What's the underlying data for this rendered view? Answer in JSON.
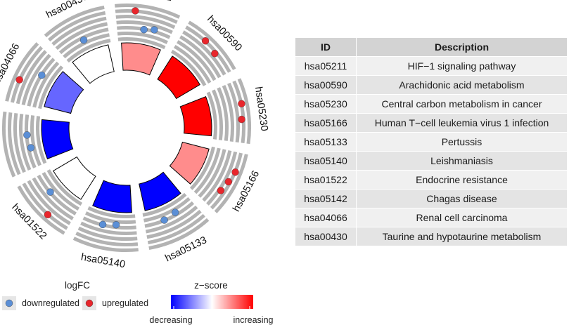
{
  "chart_data": {
    "type": "circular-plot",
    "terms": [
      {
        "id": "hsa05211",
        "zscore": 0.45,
        "logfc": [
          1,
          -1,
          -1
        ]
      },
      {
        "id": "hsa00590",
        "zscore": 1.0,
        "logfc": [
          1,
          1
        ]
      },
      {
        "id": "hsa05230",
        "zscore": 1.0,
        "logfc": [
          1,
          1
        ]
      },
      {
        "id": "hsa05166",
        "zscore": 0.45,
        "logfc": [
          1,
          1,
          1
        ]
      },
      {
        "id": "hsa05133",
        "zscore": -1.0,
        "logfc": [
          -1,
          -1
        ]
      },
      {
        "id": "hsa05140",
        "zscore": -1.0,
        "logfc": [
          -1,
          -1
        ]
      },
      {
        "id": "hsa01522",
        "zscore": 0.0,
        "logfc": [
          1,
          -1
        ]
      },
      {
        "id": "hsa05142",
        "zscore": -1.0,
        "logfc": [
          -1,
          -1
        ]
      },
      {
        "id": "hsa04066",
        "zscore": -0.6,
        "logfc": [
          1,
          -1
        ]
      },
      {
        "id": "hsa00430",
        "zscore": 0.0,
        "logfc": [
          -1
        ]
      }
    ],
    "logfc_legend": {
      "title": "logFC",
      "items": [
        {
          "label": "downregulated",
          "color": "#5b8fd6"
        },
        {
          "label": "upregulated",
          "color": "#e8262c"
        }
      ]
    },
    "zscore_legend": {
      "title": "z−score",
      "low_label": "decreasing",
      "high_label": "increasing",
      "colors": [
        "#0000ff",
        "#ffffff",
        "#ff0000"
      ]
    }
  },
  "table": {
    "headers": [
      "ID",
      "Description"
    ],
    "rows": [
      [
        "hsa05211",
        "HIF−1 signaling pathway"
      ],
      [
        "hsa00590",
        "Arachidonic acid metabolism"
      ],
      [
        "hsa05230",
        "Central carbon metabolism in cancer"
      ],
      [
        "hsa05166",
        "Human T−cell leukemia virus 1 infection"
      ],
      [
        "hsa05133",
        "Pertussis"
      ],
      [
        "hsa05140",
        "Leishmaniasis"
      ],
      [
        "hsa01522",
        "Endocrine resistance"
      ],
      [
        "hsa05142",
        "Chagas disease"
      ],
      [
        "hsa04066",
        "Renal cell carcinoma"
      ],
      [
        "hsa00430",
        "Taurine and hypotaurine metabolism"
      ]
    ]
  }
}
